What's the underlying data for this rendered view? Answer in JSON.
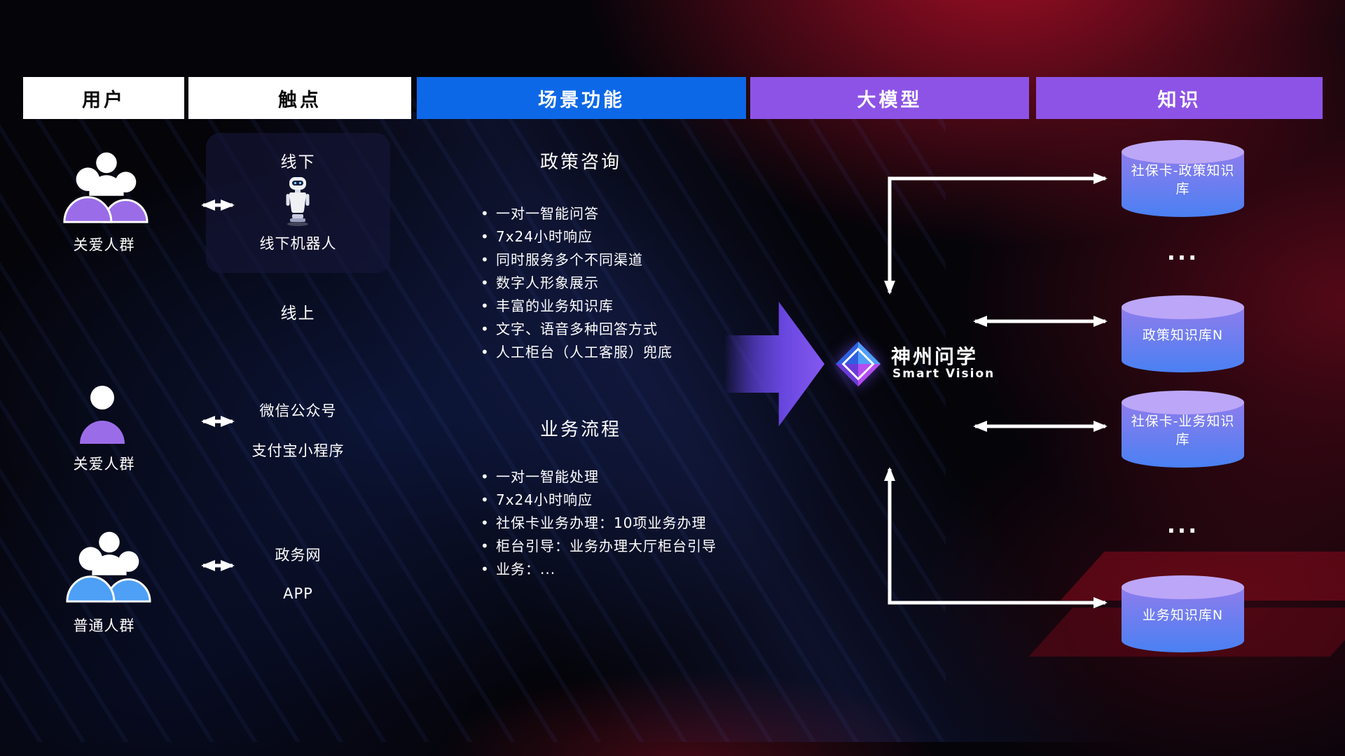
{
  "colors": {
    "scenario_header_blue": "#0d68e8",
    "model_header_purple": "#8d53e6",
    "user_purple": "#9b6ce8",
    "user_blue": "#4da0f5",
    "cylinder_top_purple": "#bca6f7",
    "cylinder_bottom_blue": "#4a80f2",
    "flow_arrow_purple": "#7a52e8",
    "connector_white": "#ffffff"
  },
  "header": {
    "columns": [
      {
        "label": "用户"
      },
      {
        "label": "触点"
      },
      {
        "label": "场景功能"
      },
      {
        "label": "大模型"
      },
      {
        "label": "知识"
      }
    ]
  },
  "users": {
    "items": [
      {
        "label": "关爱人群",
        "icon": "users-group-purple-icon"
      },
      {
        "label": "关爱人群",
        "icon": "user-single-purple-icon"
      },
      {
        "label": "普通人群",
        "icon": "users-group-blue-icon"
      }
    ]
  },
  "touchpoints": {
    "offline": {
      "title": "线下",
      "robot_label": "线下机器人",
      "icon": "robot-icon"
    },
    "online": {
      "title": "线上",
      "items": [
        {
          "label": "微信公众号"
        },
        {
          "label": "支付宝小程序"
        },
        {
          "label": "政务网"
        },
        {
          "label": "APP"
        }
      ]
    }
  },
  "scenarios": {
    "sections": [
      {
        "title": "政策咨询",
        "items": [
          "一对一智能问答",
          "7x24小时响应",
          "同时服务多个不同渠道",
          "数字人形象展示",
          "丰富的业务知识库",
          "文字、语音多种回答方式",
          "人工柜台（人工客服）兜底"
        ]
      },
      {
        "title": "业务流程",
        "items": [
          "一对一智能处理",
          "7x24小时响应",
          "社保卡业务办理：10项业务办理",
          "柜台引导：业务办理大厅柜台引导",
          "业务：..."
        ]
      }
    ]
  },
  "model": {
    "name": "神州问学",
    "subtitle": "Smart Vision",
    "icon": "diamond-logo-icon"
  },
  "knowledge": {
    "items": [
      {
        "type": "database",
        "label": "社保卡-政策知识库"
      },
      {
        "type": "ellipsis",
        "label": "..."
      },
      {
        "type": "database",
        "label": "政策知识库N"
      },
      {
        "type": "database",
        "label": "社保卡-业务知识库"
      },
      {
        "type": "ellipsis",
        "label": "..."
      },
      {
        "type": "database",
        "label": "业务知识库N"
      }
    ]
  }
}
